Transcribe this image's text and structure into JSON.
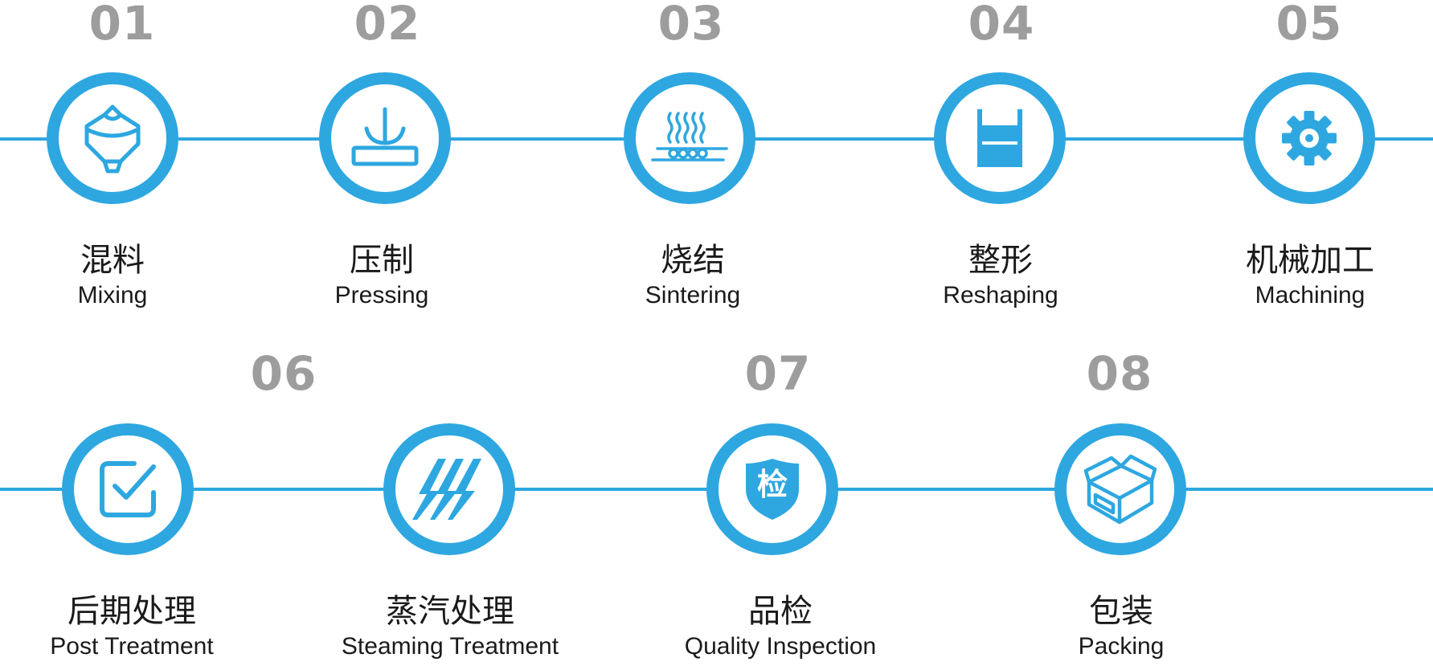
{
  "colors": {
    "accent": "#2ea7e0",
    "number": "#9d9d9d",
    "text": "#1a1a1a"
  },
  "steps": [
    {
      "num": "01",
      "cn": "混料",
      "en": "Mixing",
      "icon": "mixing-hopper-icon"
    },
    {
      "num": "02",
      "cn": "压制",
      "en": "Pressing",
      "icon": "press-icon"
    },
    {
      "num": "03",
      "cn": "烧结",
      "en": "Sintering",
      "icon": "sintering-heat-icon"
    },
    {
      "num": "04",
      "cn": "整形",
      "en": "Reshaping",
      "icon": "reshaping-mold-icon"
    },
    {
      "num": "05",
      "cn": "机械加工",
      "en": "Machining",
      "icon": "gear-icon"
    },
    {
      "num": "06",
      "cn": "后期处理",
      "en": "Post Treatment",
      "icon": "checkbox-icon"
    },
    {
      "num": "",
      "cn": "蒸汽处理",
      "en": "Steaming Treatment",
      "icon": "steam-icon"
    },
    {
      "num": "07",
      "cn": "品检",
      "en": "Quality Inspection",
      "icon": "inspection-shield-icon",
      "badge": "检"
    },
    {
      "num": "08",
      "cn": "包装",
      "en": "Packing",
      "icon": "box-icon"
    }
  ]
}
